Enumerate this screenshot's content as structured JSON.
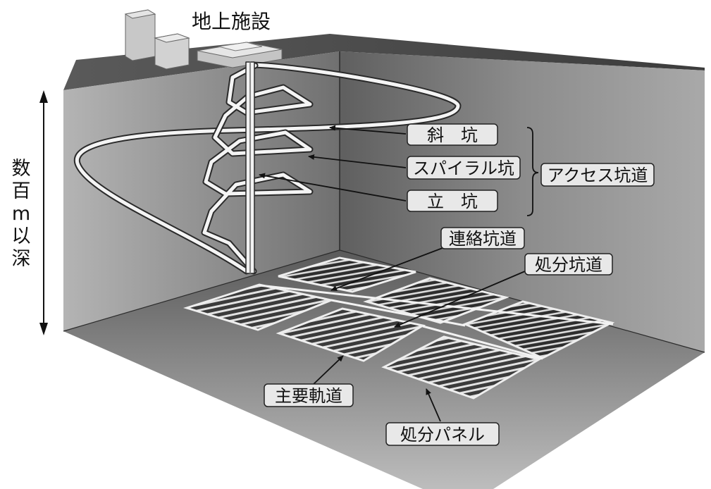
{
  "surface_label": "地上施設",
  "depth_label_chars": [
    "数",
    "百",
    "m",
    "以",
    "深"
  ],
  "labels": {
    "inclined_shaft": "斜　坑",
    "spiral_shaft": "スパイラル坑",
    "vertical_shaft": "立　坑",
    "access_tunnels": "アクセス坑道",
    "connecting_tunnel": "連絡坑道",
    "disposal_tunnel": "処分坑道",
    "main_tunnel": "主要軌道",
    "disposal_panel": "処分パネル"
  },
  "colors": {
    "label_fill": "#e8e8e8",
    "label_stroke": "#222222",
    "shaft_tube": "#f4f4f4",
    "top_surface": "#4a4a4a",
    "back_wall": "#8a8a8a",
    "left_wall": "#9a9a9a",
    "floor": "#777777"
  }
}
